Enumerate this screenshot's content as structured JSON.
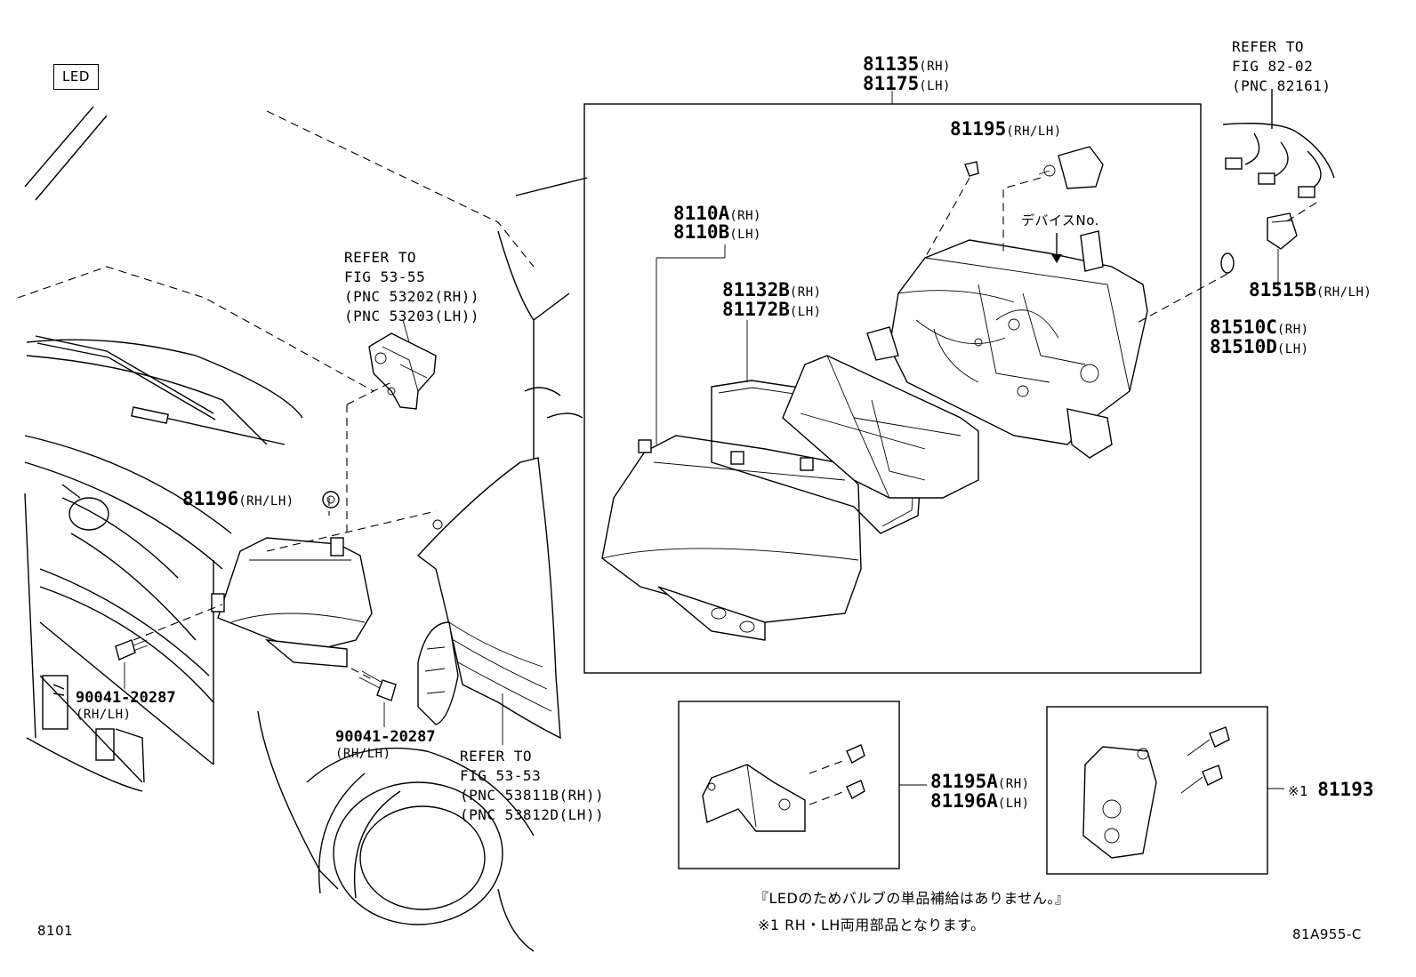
{
  "badge": {
    "led": "LED"
  },
  "refs": {
    "fig_53_55": [
      "REFER TO",
      "FIG 53-55",
      "(PNC 53202(RH))",
      "(PNC 53203(LH))"
    ],
    "fig_53_53": [
      "REFER TO",
      "FIG 53-53",
      "(PNC 53811B(RH))",
      "(PNC 53812D(LH))"
    ],
    "fig_82_02": [
      "REFER TO",
      "FIG 82-02",
      "(PNC 82161)"
    ]
  },
  "parts": {
    "p81135": {
      "num": "81135",
      "side": "(RH)"
    },
    "p81175": {
      "num": "81175",
      "side": "(LH)"
    },
    "p81195": {
      "num": "81195",
      "side": "(RH/LH)"
    },
    "p8110A": {
      "num": "8110A",
      "side": "(RH)"
    },
    "p8110B": {
      "num": "8110B",
      "side": "(LH)"
    },
    "p81132B": {
      "num": "81132B",
      "side": "(RH)"
    },
    "p81172B": {
      "num": "81172B",
      "side": "(LH)"
    },
    "p81515B": {
      "num": "81515B",
      "side": "(RH/LH)"
    },
    "p81510C": {
      "num": "81510C",
      "side": "(RH)"
    },
    "p81510D": {
      "num": "81510D",
      "side": "(LH)"
    },
    "p81196": {
      "num": "81196",
      "side": "(RH/LH)"
    },
    "bolt1": {
      "num": "90041-20287",
      "side": "(RH/LH)"
    },
    "bolt2": {
      "num": "90041-20287",
      "side": "(RH/LH)"
    },
    "p81195A": {
      "num": "81195A",
      "side": "(RH)"
    },
    "p81196A": {
      "num": "81196A",
      "side": "(LH)"
    },
    "p81193": {
      "num": "81193",
      "prefix": "※1"
    }
  },
  "device_label": "デバイスNo.",
  "notes": {
    "line1": "『LEDのためバルブの単品補給はありません。』",
    "line2": "※1 RH・LH両用部品となります。"
  },
  "footer": {
    "fig_no": "8101",
    "drawing_no": "81A955-C"
  }
}
